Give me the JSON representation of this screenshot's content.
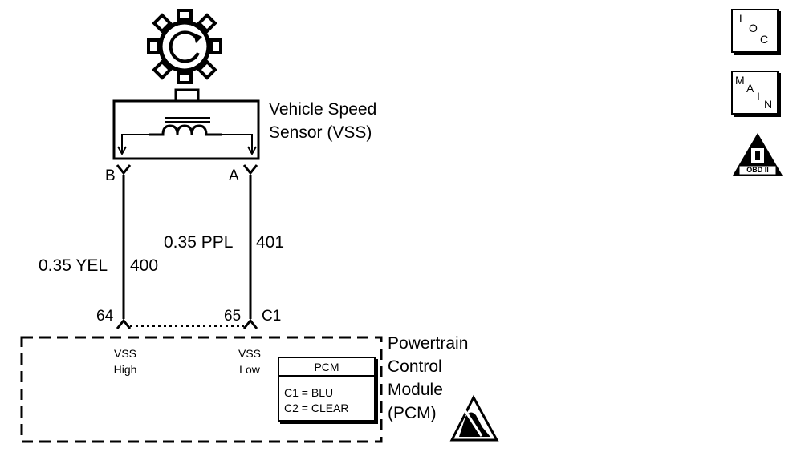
{
  "sensor": {
    "name_line1": "Vehicle Speed",
    "name_line2": "Sensor (VSS)",
    "terminal_b": "B",
    "terminal_a": "A"
  },
  "wires": [
    {
      "size_color": "0.35 YEL",
      "circuit": "400",
      "pcm_pin": "64"
    },
    {
      "size_color": "0.35 PPL",
      "circuit": "401",
      "pcm_pin": "65"
    }
  ],
  "connector_label": "C1",
  "pcm": {
    "name_lines": [
      "Powertrain",
      "Control",
      "Module",
      "(PCM)"
    ],
    "vss_high_line1": "VSS",
    "vss_high_line2": "High",
    "vss_low_line1": "VSS",
    "vss_low_line2": "Low",
    "legend_title": "PCM",
    "legend_rows": [
      "C1 = BLU",
      "C2 = CLEAR"
    ]
  },
  "side_icons": [
    {
      "name": "loc-icon",
      "letters": [
        "L",
        "O",
        "C"
      ]
    },
    {
      "name": "main-icon",
      "letters": [
        "M",
        "A",
        "I",
        "N"
      ]
    },
    {
      "name": "obd-ii-icon",
      "text": "OBD II"
    }
  ],
  "icons": {
    "sensor_gear": "gear-rotation-icon",
    "esd": "esd-warning-icon"
  }
}
